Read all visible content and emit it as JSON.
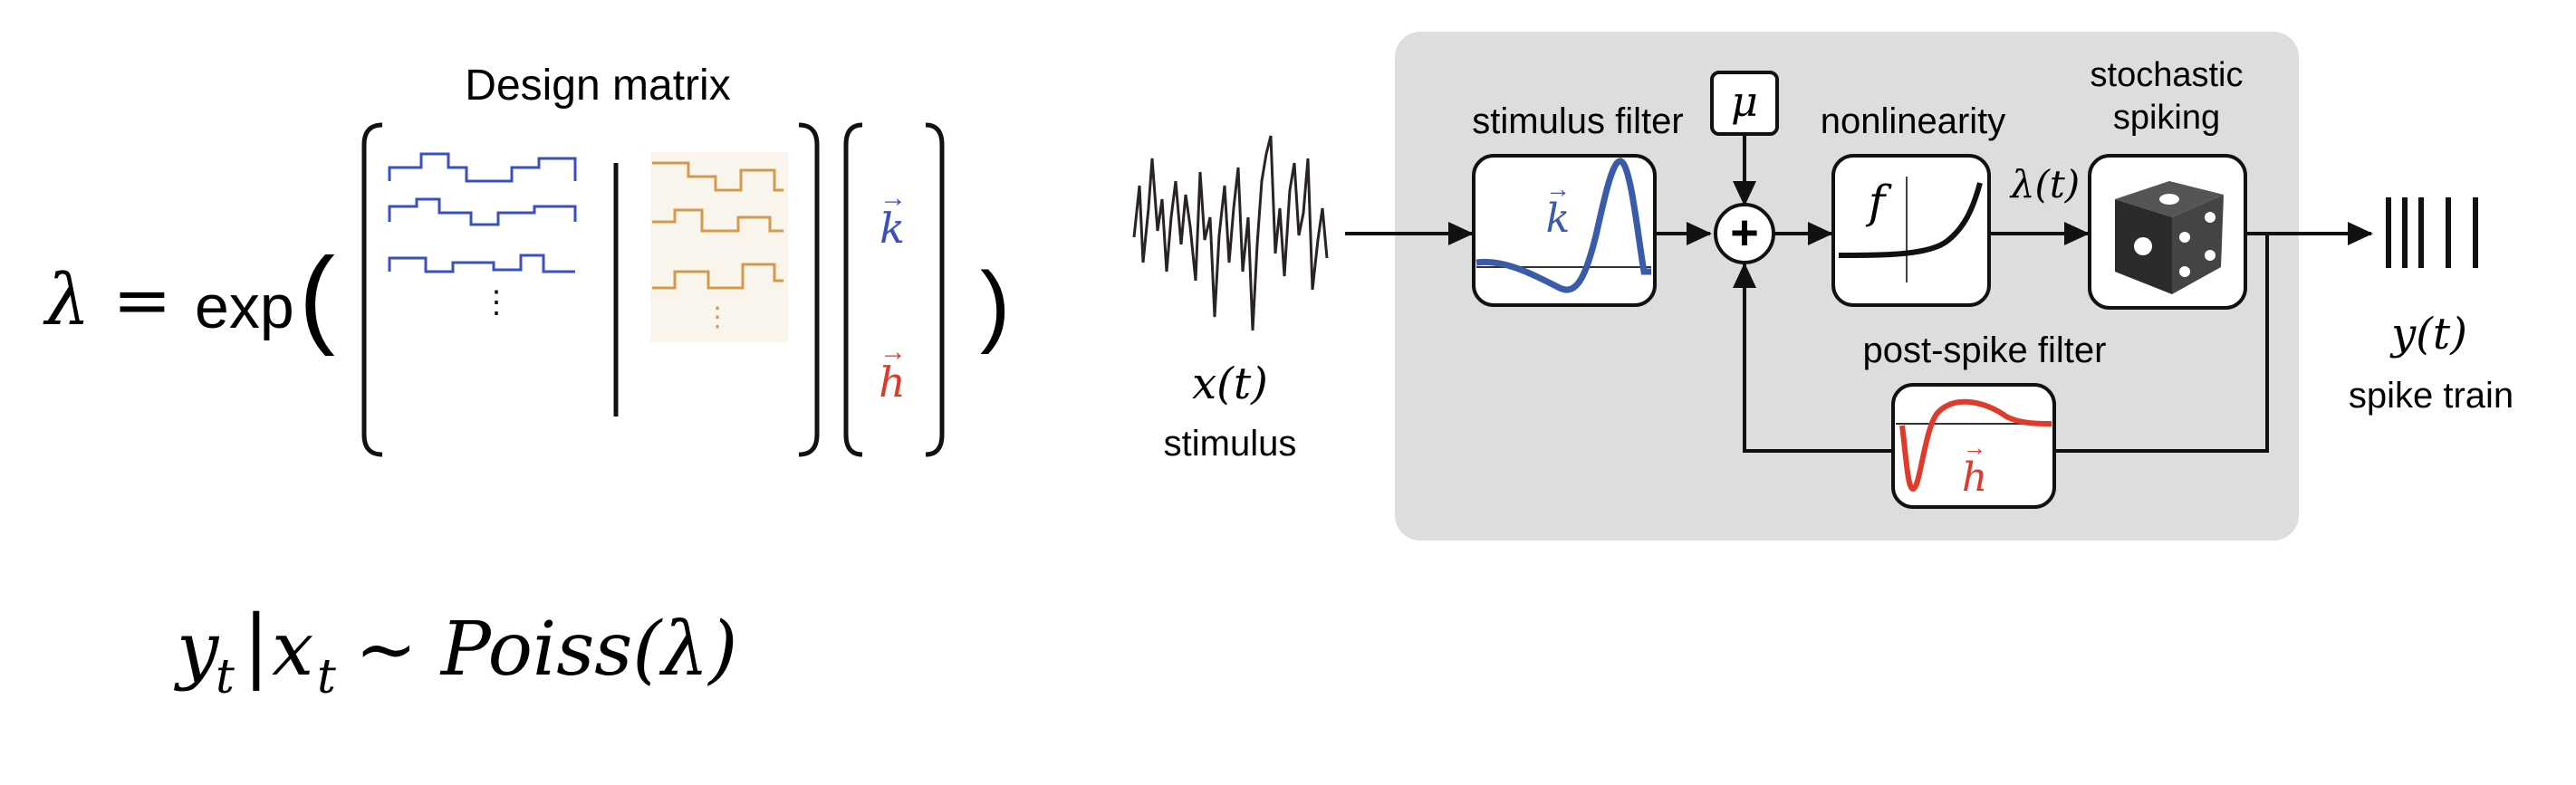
{
  "equation": {
    "lambda_eq": "λ =",
    "exp_label": "exp",
    "open_paren": "(",
    "close_paren": ")",
    "matrix_title": "Design matrix",
    "dots": "⋮",
    "k_vec": "k",
    "h_vec": "h",
    "vec_arrow": "→",
    "poisson": "y",
    "poisson_sub_t": "t",
    "poisson_bar": "|",
    "poisson_x": "x",
    "poisson_sub_t2": "t",
    "poisson_rest": " ~ Poiss(λ)"
  },
  "diagram": {
    "stimulus_math": "x(t)",
    "stimulus_label": "stimulus",
    "stimulus_filter_label": "stimulus filter",
    "k_symbol": "k",
    "mu_symbol": "μ",
    "sum_symbol": "+",
    "nonlinearity_label": "nonlinearity",
    "f_symbol": "f",
    "rate_label": "λ(t)",
    "stochastic_label_1": "stochastic",
    "stochastic_label_2": "spiking",
    "post_spike_label": "post-spike filter",
    "h_symbol": "h",
    "output_math": "y(t)",
    "output_label": "spike train"
  },
  "colors": {
    "blue": "#3a5ba8",
    "matrix_blue": "#3a4fc0",
    "orange": "#d29a4a",
    "red": "#e03a2a",
    "panel": "#dcdddf",
    "ink": "#111111"
  }
}
